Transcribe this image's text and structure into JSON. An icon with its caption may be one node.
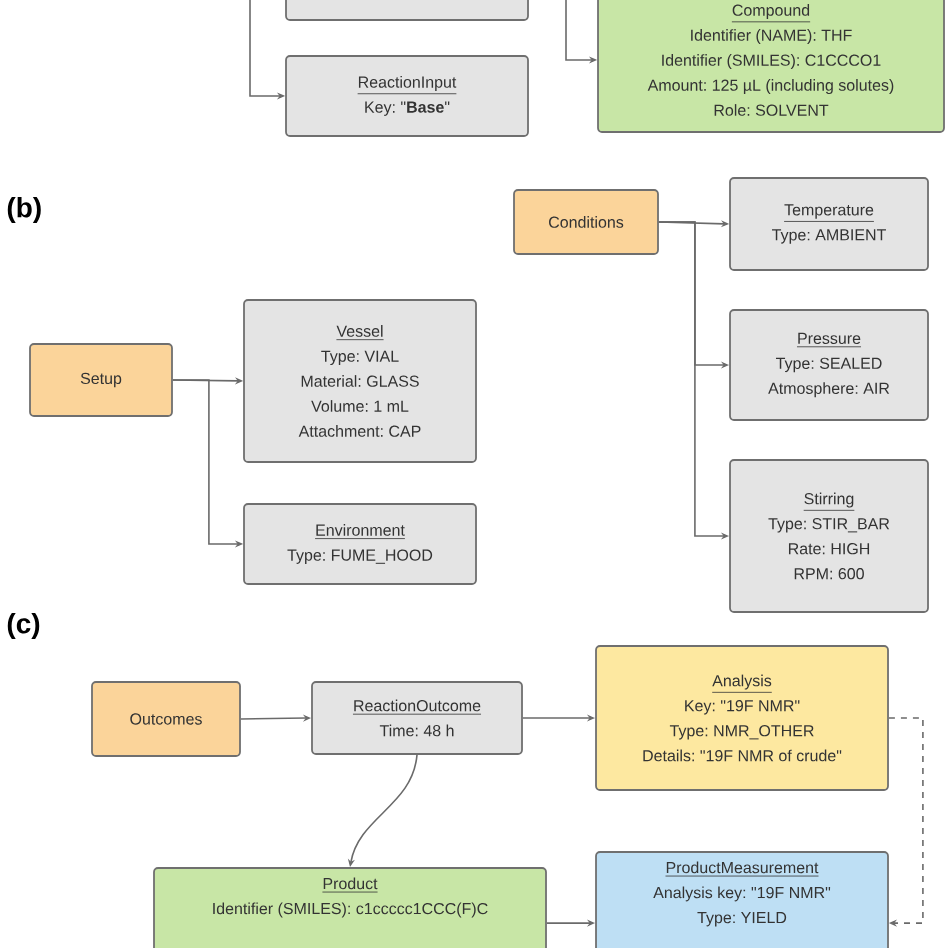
{
  "diagram": {
    "nodes": [
      {
        "text": [],
        "shape": "box"
      },
      {
        "text": [
          "ReactionInput",
          "Key: \"**Base**\""
        ]
      },
      {
        "text": [
          "Compound",
          "Identifier (NAME): THF",
          "Identifier (SMILES): C1CCCO1",
          "Amount: 125 µL (including solutes)",
          "Role: SOLVENT"
        ]
      },
      {
        "text": [
          "Conditions"
        ]
      },
      {
        "text": [
          "Temperature",
          "Type: AMBIENT"
        ]
      },
      {
        "text": [
          "Setup"
        ]
      },
      {
        "text": [
          "Vessel",
          "Type: VIAL",
          "Material: GLASS",
          "Volume: 1 mL",
          "Attachment: CAP"
        ]
      },
      {
        "text": [
          "Environment",
          "Type: FUME_HOOD"
        ]
      },
      {
        "text": [
          "Pressure",
          "Type: SEALED",
          "Atmosphere: AIR"
        ]
      },
      {
        "text": [
          "Stirring",
          "Type: STIR_BAR",
          "Rate: HIGH",
          "RPM: 600"
        ]
      },
      {
        "text": [
          "Outcomes"
        ]
      },
      {
        "text": [
          "ReactionOutcome",
          "Time: 48 h"
        ]
      },
      {
        "text": [
          "Analysis",
          "Key: \"19F NMR\"",
          "Type: NMR_OTHER",
          "Details: \"19F NMR of crude\""
        ]
      },
      {
        "text": [
          "Product",
          "Identifier (SMILES): c1ccccc1CCC(F)C"
        ]
      },
      {
        "text": [
          "ProductMeasurement",
          "Analysis key: \"19F NMR\"",
          "Type: YIELD"
        ]
      }
    ],
    "edges": [
      {
        "from": null,
        "to": 1,
        "arrow": "to"
      },
      {
        "from": null,
        "to": 2,
        "arrow": "to"
      },
      {
        "from": 3,
        "to": 4,
        "arrow": "to"
      },
      {
        "from": 3,
        "to": 8,
        "arrow": "to"
      },
      {
        "from": 3,
        "to": 9,
        "arrow": "to"
      },
      {
        "from": 5,
        "to": 6,
        "arrow": "to"
      },
      {
        "from": 5,
        "to": 7,
        "arrow": "to"
      },
      {
        "from": 10,
        "to": 11,
        "arrow": "to"
      },
      {
        "from": 11,
        "to": 12,
        "arrow": "to"
      },
      {
        "from": 11,
        "to": 13,
        "arrow": "to"
      },
      {
        "from": 12,
        "to": 14,
        "arrow": "to",
        "style": "dashed"
      },
      {
        "from": 13,
        "to": 14,
        "arrow": "to"
      }
    ],
    "labels": [
      "(b)",
      "(c)"
    ]
  }
}
